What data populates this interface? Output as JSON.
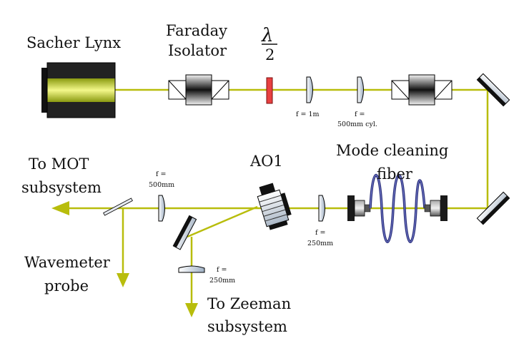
{
  "labels": {
    "laser": "Sacher Lynx",
    "isolator_line1": "Faraday",
    "isolator_line2": "Isolator",
    "waveplate_lambda": "λ",
    "waveplate_den": "2",
    "lens1_label": "f = 1m",
    "lens2_line1": "f =",
    "lens2_line2": "500mm cyl.",
    "mot_line1": "To MOT",
    "mot_line2": "subsystem",
    "lens_mot_line1": "f =",
    "lens_mot_line2": "500mm",
    "aom": "AO1",
    "fiber_line1": "Mode cleaning",
    "fiber_line2": "fiber",
    "lens_aom_line1": "f =",
    "lens_aom_line2": "250mm",
    "wavemeter_line1": "Wavemeter",
    "wavemeter_line2": "probe",
    "lens_zeeman_line1": "f =",
    "lens_zeeman_line2": "250mm",
    "zeeman_line1": "To Zeeman",
    "zeeman_line2": "subsystem"
  },
  "colors": {
    "beam": "#b8bd0c",
    "laser_glow": "#e6ee5c",
    "waveplate": "#e84040",
    "fiber": "#2a2f7a",
    "mirror": "#111111"
  }
}
